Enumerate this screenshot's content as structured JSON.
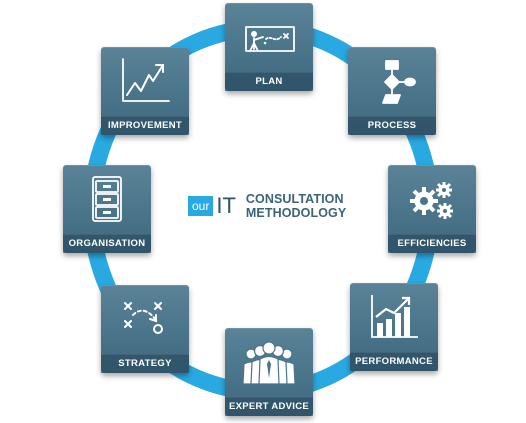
{
  "brand": {
    "our": "our",
    "it": "IT"
  },
  "center_title": {
    "line1": "CONSULTATION",
    "line2": "METHODOLOGY"
  },
  "colors": {
    "ring": "#29a9e2",
    "tile": "#4a7489",
    "label_text": "#ffffff"
  },
  "steps": [
    {
      "label": "PLAN",
      "icon": "presentation-board-icon"
    },
    {
      "label": "PROCESS",
      "icon": "flowchart-icon"
    },
    {
      "label": "EFFICIENCIES",
      "icon": "gears-icon"
    },
    {
      "label": "PERFORMANCE",
      "icon": "bar-chart-icon"
    },
    {
      "label": "EXPERT ADVICE",
      "icon": "team-icon"
    },
    {
      "label": "STRATEGY",
      "icon": "play-diagram-icon"
    },
    {
      "label": "ORGANISATION",
      "icon": "filing-cabinet-icon"
    },
    {
      "label": "IMPROVEMENT",
      "icon": "trend-line-icon"
    }
  ]
}
